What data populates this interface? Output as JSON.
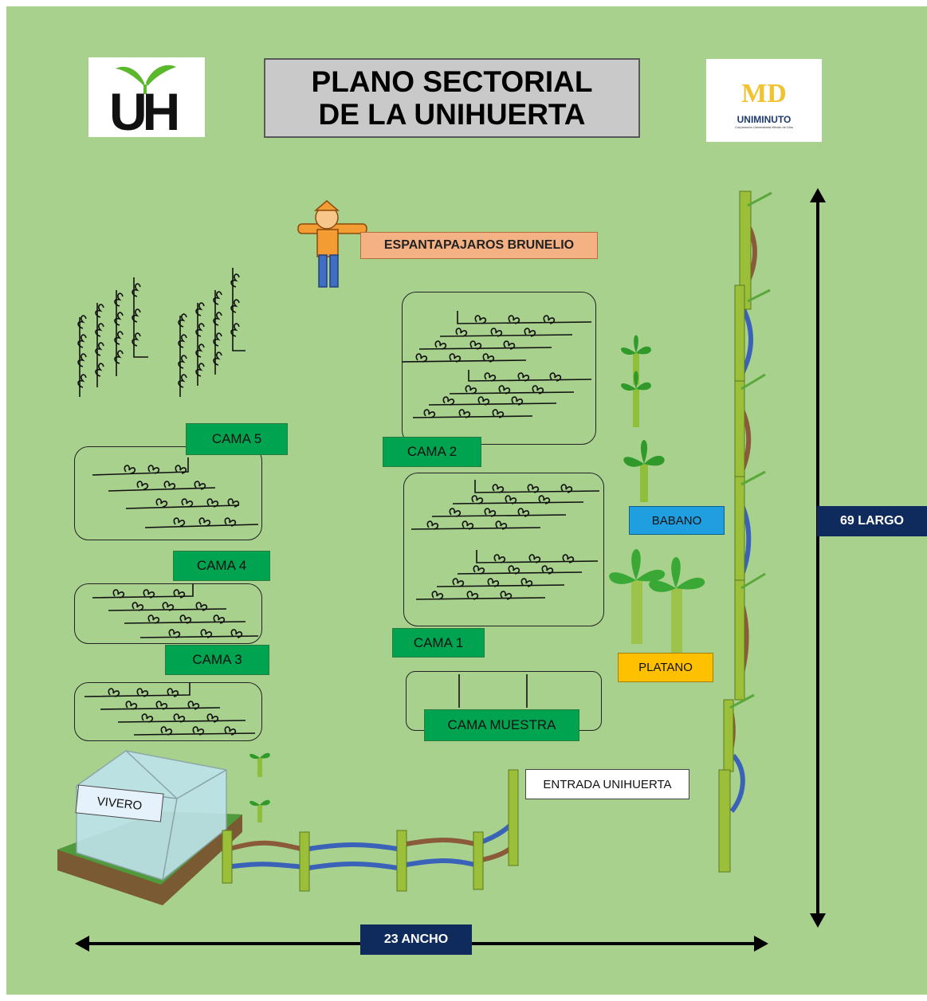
{
  "header": {
    "title_line1": "PLANO SECTORIAL",
    "title_line2": "DE LA UNIHUERTA",
    "logo_left_text": "UH",
    "logo_right_mark": "MD",
    "logo_right_name": "UNIMINUTO",
    "logo_right_sub": "Corporación Universitaria Minuto de Dios"
  },
  "labels": {
    "espantapajaros": "ESPANTAPAJAROS BRUNELIO",
    "cama5": "CAMA 5",
    "cama4": "CAMA 4",
    "cama3": "CAMA 3",
    "cama2": "CAMA 2",
    "cama1": "CAMA 1",
    "cama_muestra": "CAMA MUESTRA",
    "babano": "BABANO",
    "platano": "PLATANO",
    "entrada": "ENTRADA UNIHUERTA",
    "vivero": "VIVERO"
  },
  "dimensions": {
    "largo": "69 LARGO",
    "ancho": "23 ANCHO"
  },
  "colors": {
    "background": "#a9d18e",
    "cama_green": "#00a450",
    "espantapajaros_bg": "#f4b183",
    "babano_bg": "#1f9fe0",
    "platano_bg": "#ffc000",
    "dimension_bg": "#0f2a5c"
  },
  "icons": [
    "scarecrow-icon",
    "plant-row-icon",
    "banana-tree-icon",
    "plantain-tree-icon",
    "bamboo-fence-icon",
    "greenhouse-icon",
    "sprout-logo-icon"
  ]
}
